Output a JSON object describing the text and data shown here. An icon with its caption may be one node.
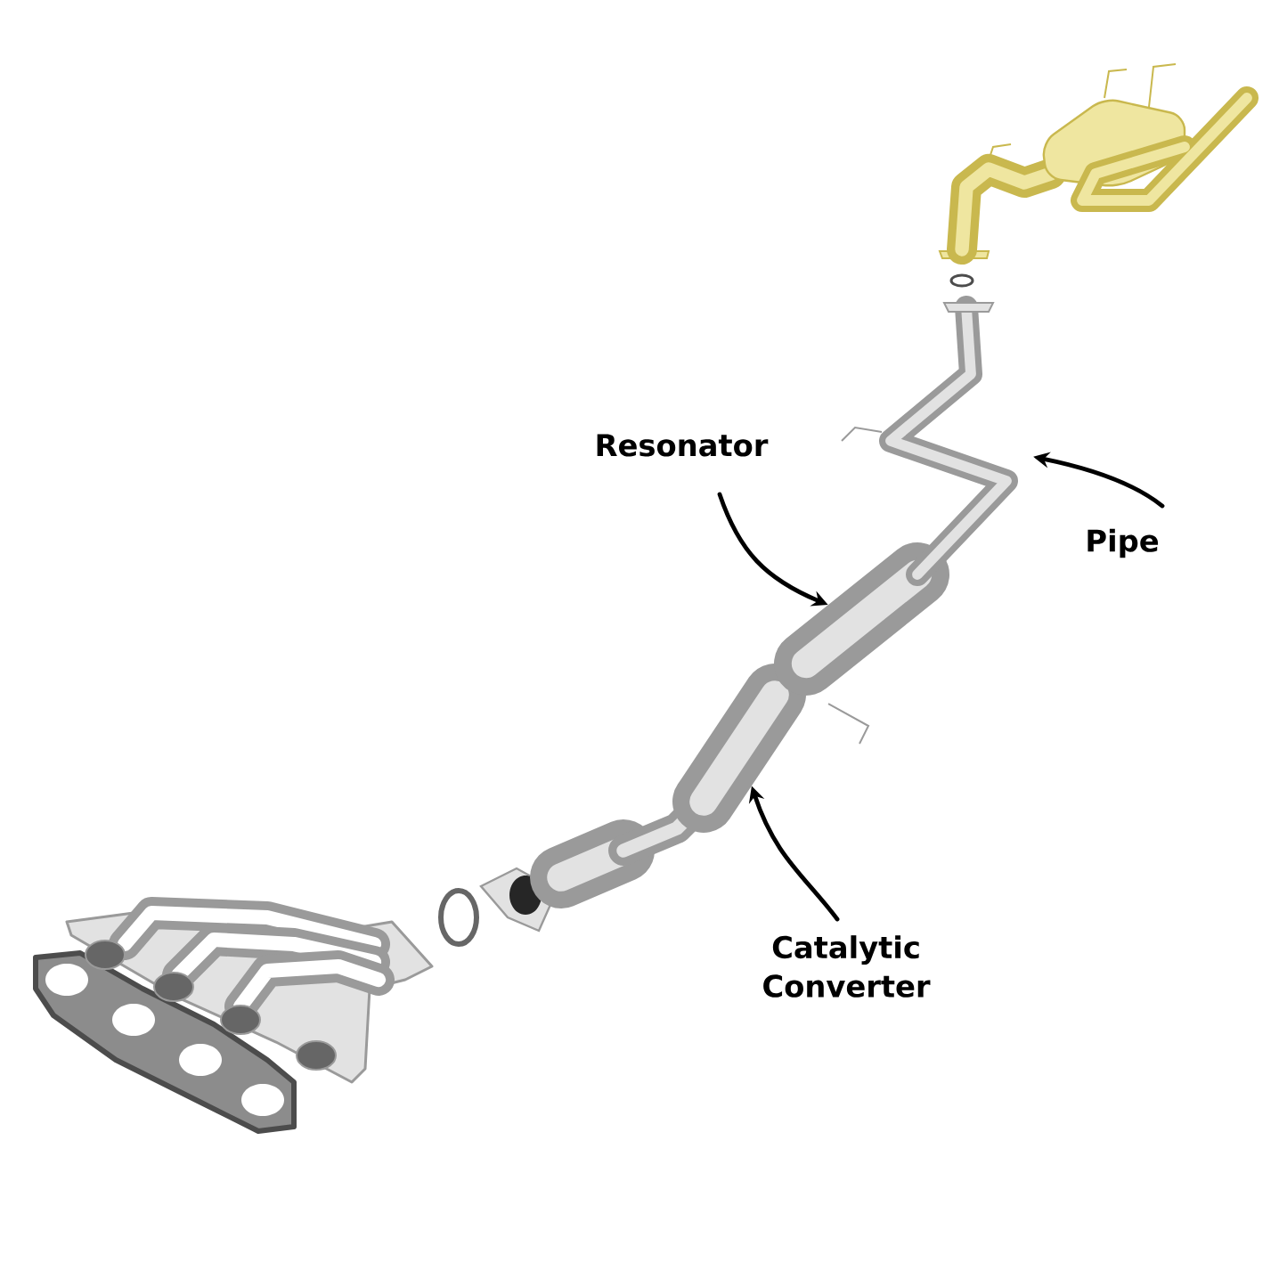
{
  "diagram": {
    "nodes": [
      {
        "text": [
          "Resonator"
        ]
      },
      {
        "text": [
          "Pipe"
        ]
      },
      {
        "text": [
          "Catalytic Converter"
        ]
      },
      {
        "text": [],
        "shape": "picture"
      },
      {
        "text": [],
        "shape": "picture"
      },
      {
        "text": [],
        "shape": "picture"
      }
    ],
    "edges": [
      {
        "from": 0,
        "to": 3,
        "arrow": "to"
      },
      {
        "from": 1,
        "to": 4,
        "arrow": "to"
      },
      {
        "from": 2,
        "to": 5,
        "arrow": "to"
      }
    ]
  }
}
